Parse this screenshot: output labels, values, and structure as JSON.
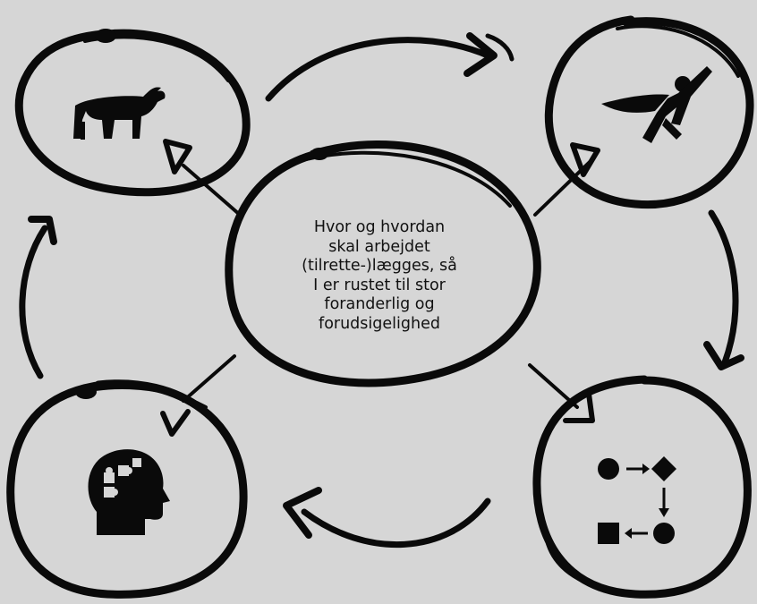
{
  "center": {
    "lines": [
      "Hvor og hvordan",
      "skal arbejdet",
      "(tilrette-)lægges, så",
      "I er rustet til stor",
      "foranderlig og",
      "forudsigelighed"
    ]
  },
  "colors": {
    "background": "#d6d6d6",
    "ink": "#0a0a0a"
  },
  "nodes": [
    {
      "id": "top-left",
      "icon": "bull-icon"
    },
    {
      "id": "top-right",
      "icon": "superhero-icon"
    },
    {
      "id": "bottom-right",
      "icon": "process-flow-icon"
    },
    {
      "id": "bottom-left",
      "icon": "head-puzzle-icon"
    }
  ]
}
